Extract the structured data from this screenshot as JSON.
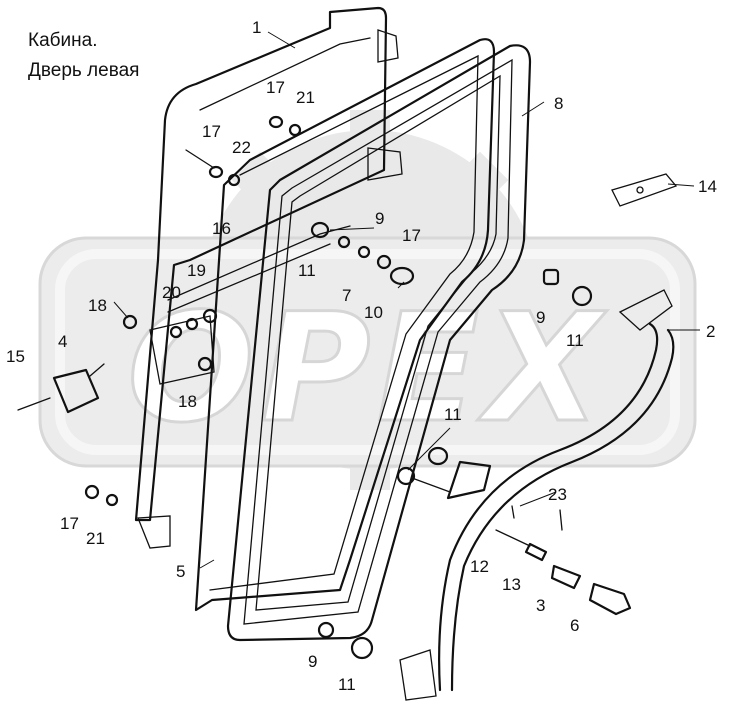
{
  "title": {
    "line1": "Кабина.",
    "line2": "Дверь левая"
  },
  "watermark": {
    "text": "OPEX",
    "color": "#e2e2e2"
  },
  "callouts": [
    {
      "id": "c1",
      "text": "1"
    },
    {
      "id": "c2",
      "text": "2"
    },
    {
      "id": "c3",
      "text": "3"
    },
    {
      "id": "c4",
      "text": "4"
    },
    {
      "id": "c5",
      "text": "5"
    },
    {
      "id": "c6",
      "text": "6"
    },
    {
      "id": "c7",
      "text": "7"
    },
    {
      "id": "c8",
      "text": "8"
    },
    {
      "id": "c9a",
      "text": "9"
    },
    {
      "id": "c9b",
      "text": "9"
    },
    {
      "id": "c9c",
      "text": "9"
    },
    {
      "id": "c10",
      "text": "10"
    },
    {
      "id": "c11a",
      "text": "11"
    },
    {
      "id": "c11b",
      "text": "11"
    },
    {
      "id": "c11c",
      "text": "11"
    },
    {
      "id": "c11d",
      "text": "11"
    },
    {
      "id": "c12",
      "text": "12"
    },
    {
      "id": "c13",
      "text": "13"
    },
    {
      "id": "c14",
      "text": "14"
    },
    {
      "id": "c15",
      "text": "15"
    },
    {
      "id": "c16",
      "text": "16"
    },
    {
      "id": "c17a",
      "text": "17"
    },
    {
      "id": "c17b",
      "text": "17"
    },
    {
      "id": "c17c",
      "text": "17"
    },
    {
      "id": "c17d",
      "text": "17"
    },
    {
      "id": "c18a",
      "text": "18"
    },
    {
      "id": "c18b",
      "text": "18"
    },
    {
      "id": "c19",
      "text": "19"
    },
    {
      "id": "c20",
      "text": "20"
    },
    {
      "id": "c21a",
      "text": "21"
    },
    {
      "id": "c21b",
      "text": "21"
    },
    {
      "id": "c22",
      "text": "22"
    },
    {
      "id": "c23",
      "text": "23"
    }
  ]
}
